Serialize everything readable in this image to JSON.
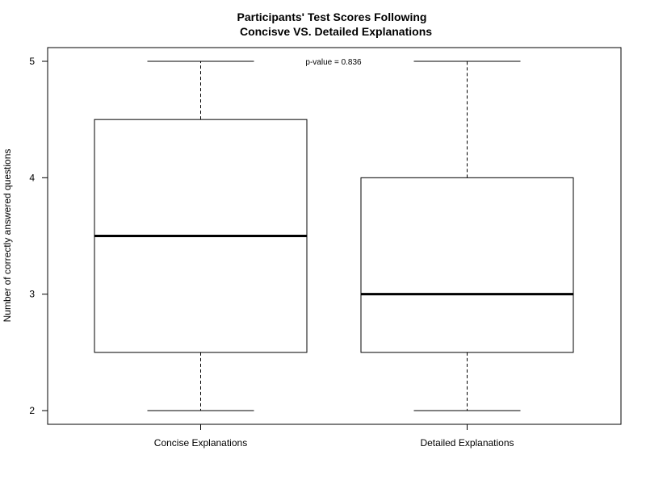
{
  "chart_data": {
    "type": "box",
    "title": "Participants' Test Scores Following",
    "subtitle": "Concisve VS. Detailed Explanations",
    "xlabel": "",
    "ylabel": "Number of correctly answered questions",
    "ylim": [
      1.9,
      5.1
    ],
    "yticks": [
      "2",
      "3",
      "4",
      "5"
    ],
    "categories": [
      "Concise Explanations",
      "Detailed Explanations"
    ],
    "boxes": [
      {
        "min": 2,
        "q1": 2.5,
        "median": 3.5,
        "q3": 4.5,
        "max": 5
      },
      {
        "min": 2,
        "q1": 2.5,
        "median": 3.0,
        "q3": 4.0,
        "max": 5
      }
    ],
    "annotation": "p-value = 0.836",
    "grid": false,
    "legend": "none"
  }
}
